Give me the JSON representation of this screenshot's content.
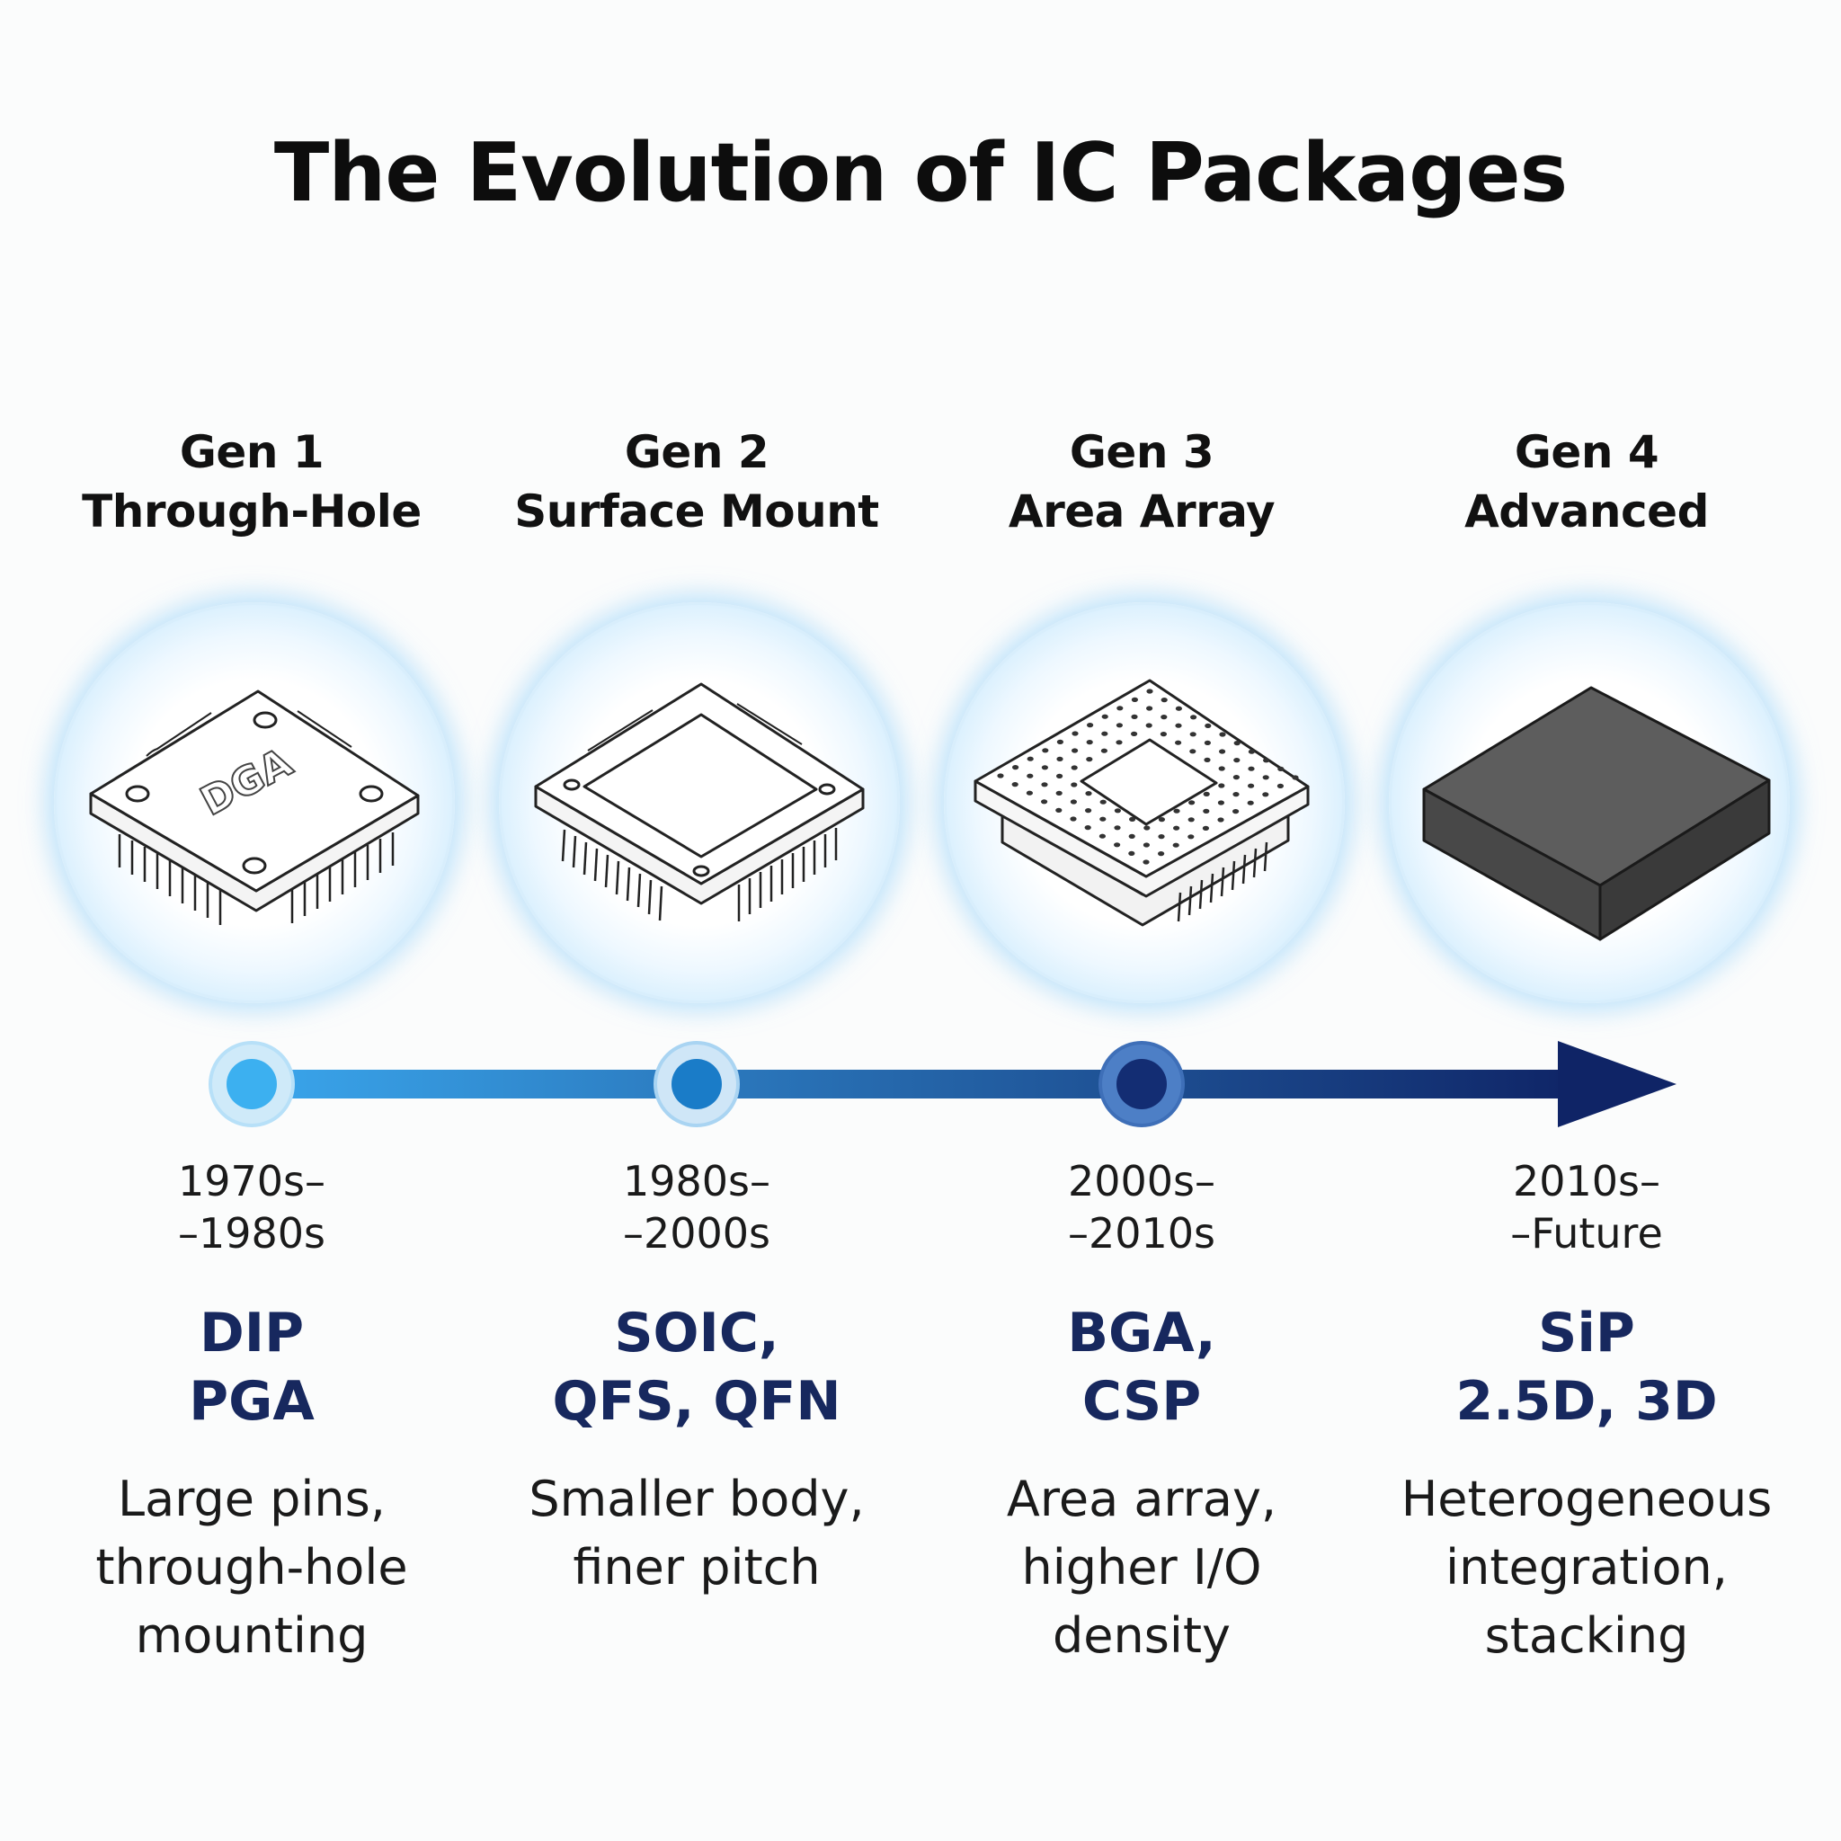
{
  "title": "The Evolution of IC Packages",
  "generations": [
    {
      "gen": "Gen 1",
      "name": "Through-Hole",
      "years_1": "1970s–",
      "years_2": "–1980s",
      "types_1": "DIP",
      "types_2": "PGA",
      "desc_1": "Large pins,",
      "desc_2": "through-hole",
      "desc_3": "mounting",
      "chip_label": "DGA"
    },
    {
      "gen": "Gen 2",
      "name": "Surface Mount",
      "years_1": "1980s–",
      "years_2": "–2000s",
      "types_1": "SOIC,",
      "types_2": "QFS, QFN",
      "desc_1": "Smaller body,",
      "desc_2": "finer pitch",
      "desc_3": ""
    },
    {
      "gen": "Gen 3",
      "name": "Area Array",
      "years_1": "2000s–",
      "years_2": "–2010s",
      "types_1": "BGA,",
      "types_2": "CSP",
      "desc_1": "Area array,",
      "desc_2": "higher I/O",
      "desc_3": "density"
    },
    {
      "gen": "Gen 4",
      "name": "Advanced",
      "years_1": "2010s–",
      "years_2": "–Future",
      "types_1": "SiP",
      "types_2": "2.5D, 3D",
      "desc_1": "Heterogeneous",
      "desc_2": "integration,",
      "desc_3": "stacking"
    }
  ],
  "colors": {
    "timeline_start": "#3aa6ec",
    "timeline_end": "#0f2466",
    "type_text": "#17285e",
    "dot_1": "#3cb0f0",
    "dot_2": "#1a7cc8",
    "dot_3": "#132d73"
  },
  "icons": [
    "dip-chip-icon",
    "qfp-chip-icon",
    "bga-chip-icon",
    "sip-block-icon"
  ]
}
